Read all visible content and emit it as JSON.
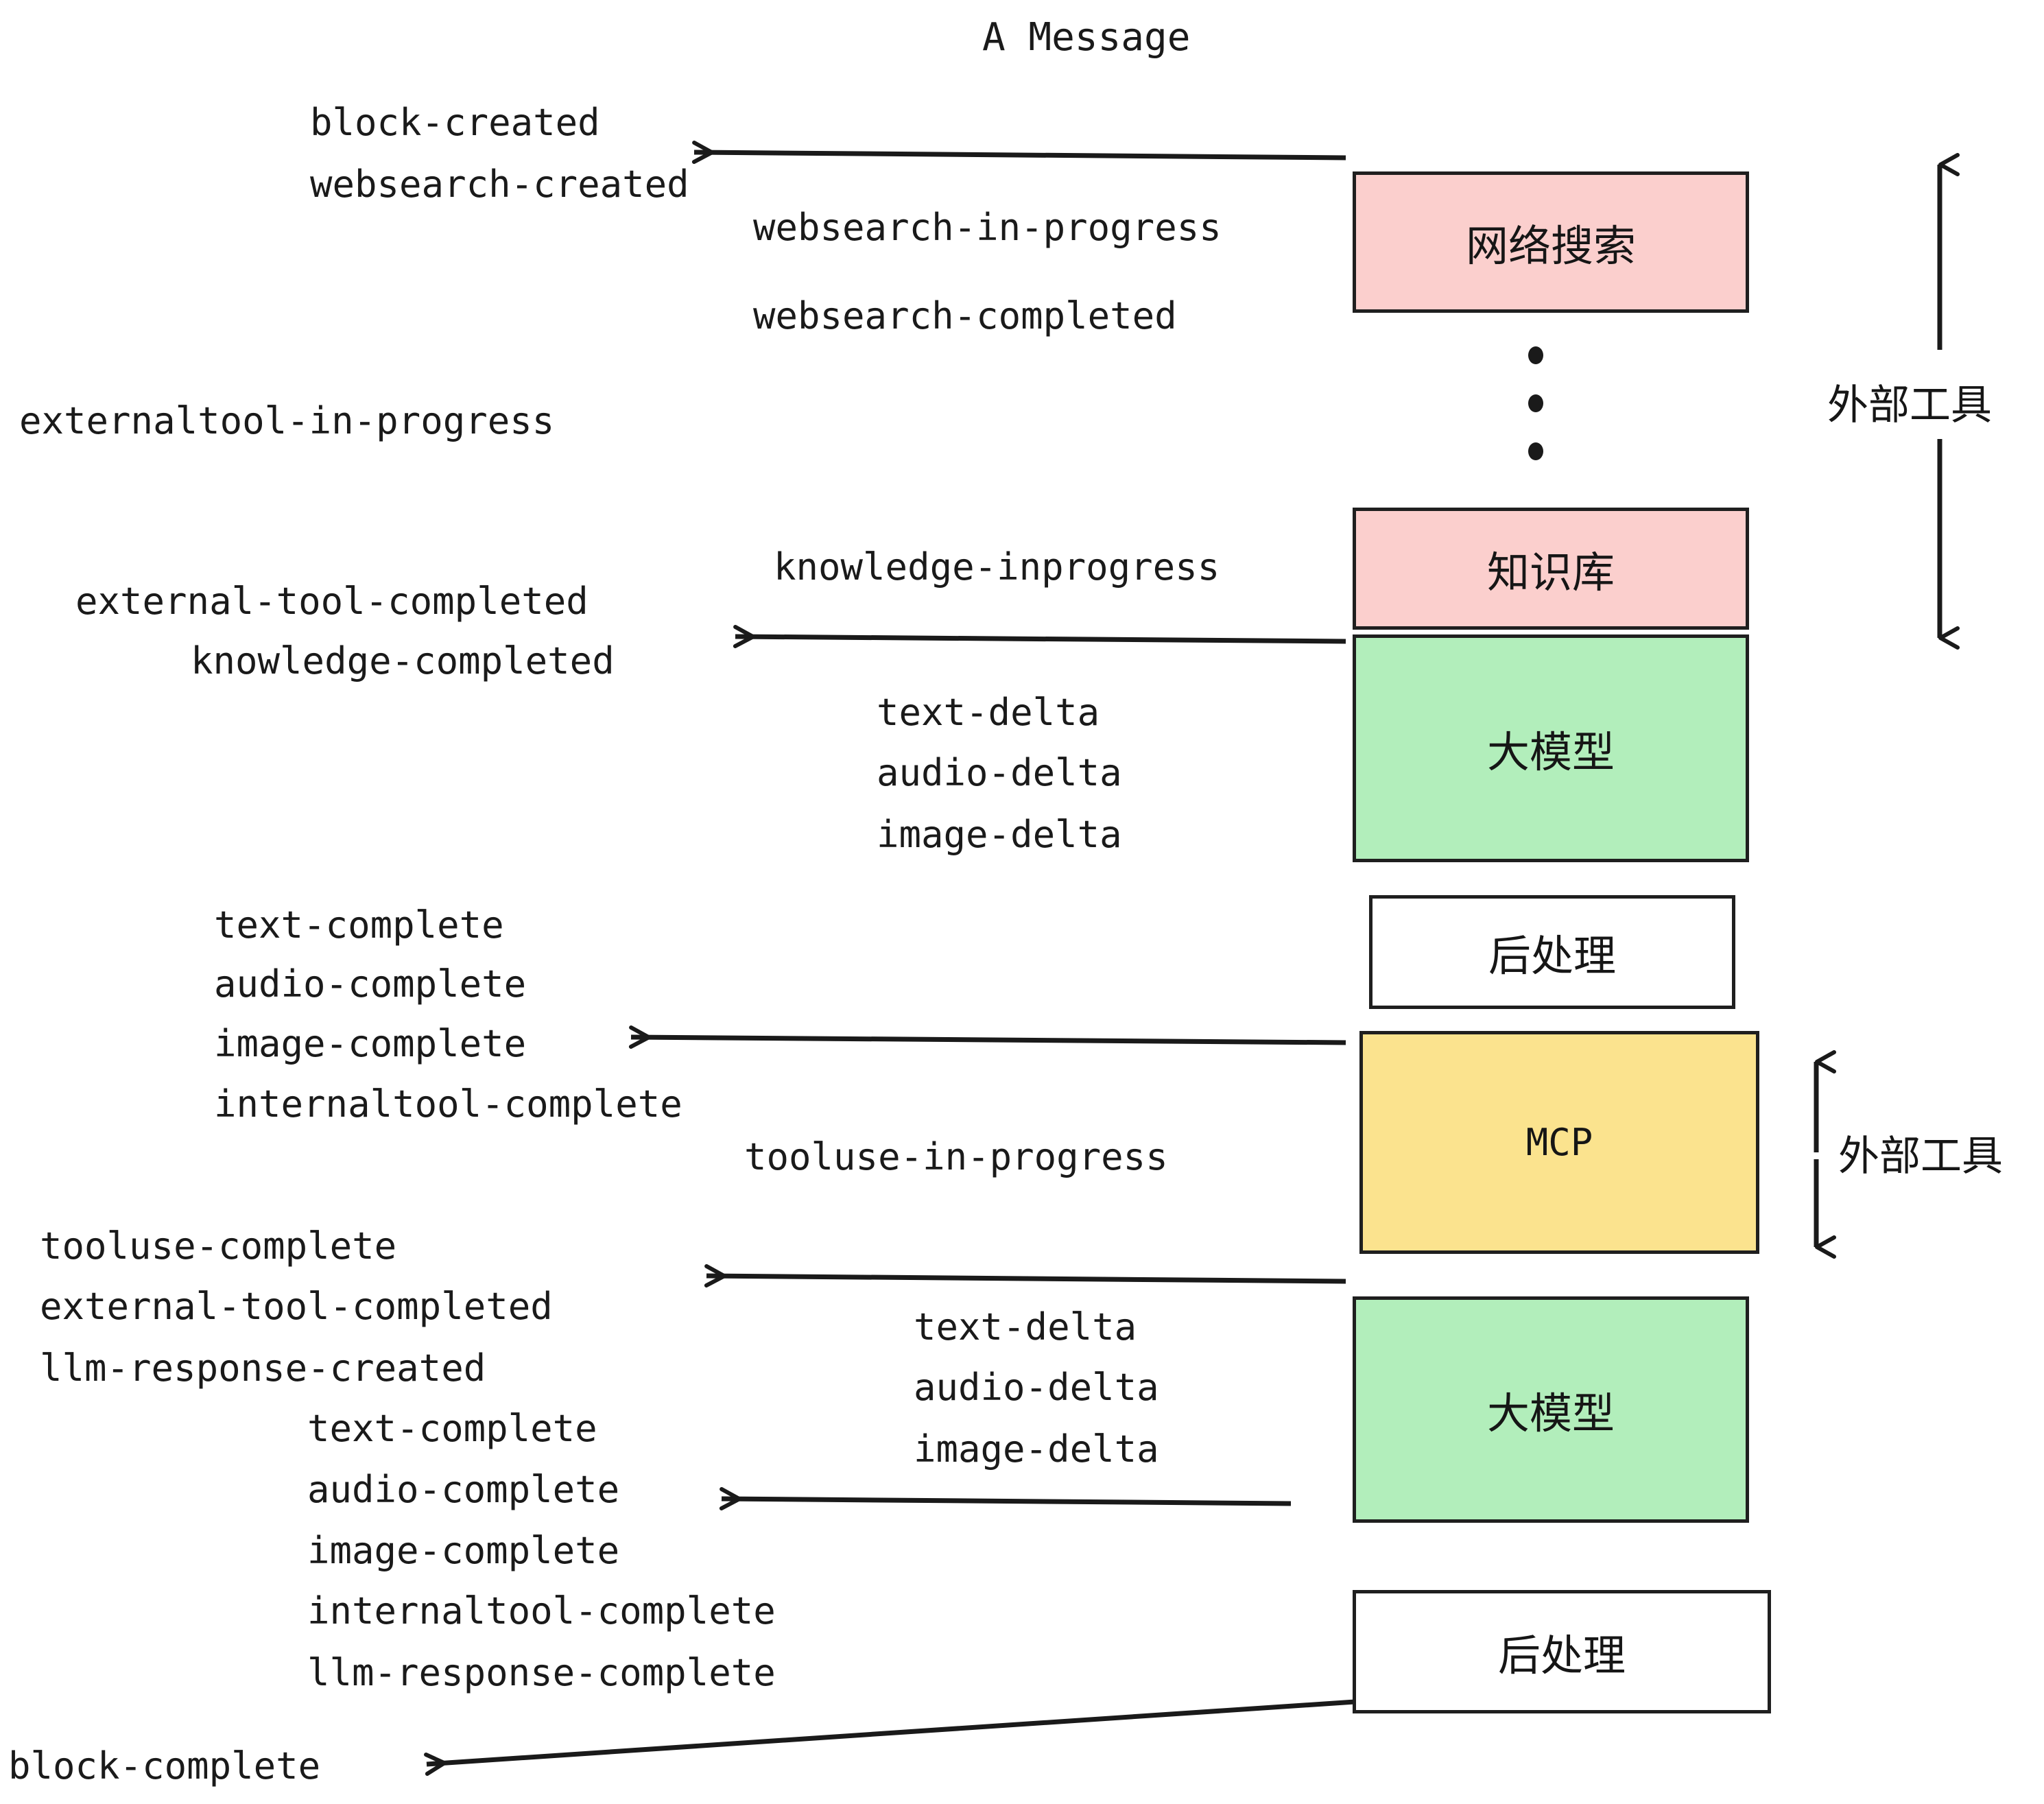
{
  "title": "A Message",
  "colors": {
    "pink": "#fbcfcd",
    "green": "#b2eebb",
    "yellow": "#fbe38e",
    "white": "#ffffff",
    "stroke": "#1f1f1f",
    "text": "#1a1a1a"
  },
  "nodes": [
    {
      "id": "websearch",
      "label": "网络搜索",
      "fill": "pink"
    },
    {
      "id": "knowledge",
      "label": "知识库",
      "fill": "pink"
    },
    {
      "id": "llm-top",
      "label": "大模型",
      "fill": "green"
    },
    {
      "id": "postprocess-top",
      "label": "后处理",
      "fill": "white"
    },
    {
      "id": "mcp",
      "label": "MCP",
      "fill": "yellow"
    },
    {
      "id": "llm-bottom",
      "label": "大模型",
      "fill": "green"
    },
    {
      "id": "postprocess-bottom",
      "label": "后处理",
      "fill": "white"
    }
  ],
  "side_labels": [
    {
      "id": "external-tool-top",
      "label": "外部工具"
    },
    {
      "id": "external-tool-bottom",
      "label": "外部工具"
    }
  ],
  "events": [
    {
      "id": "block-created",
      "text": "block-created"
    },
    {
      "id": "websearch-created",
      "text": "websearch-created"
    },
    {
      "id": "websearch-in-progress",
      "text": "websearch-in-progress"
    },
    {
      "id": "websearch-completed",
      "text": "websearch-completed"
    },
    {
      "id": "externaltool-in-progress",
      "text": "externaltool-in-progress"
    },
    {
      "id": "knowledge-inprogress",
      "text": "knowledge-inprogress"
    },
    {
      "id": "external-tool-completed-1",
      "text": "external-tool-completed"
    },
    {
      "id": "knowledge-completed",
      "text": "knowledge-completed"
    },
    {
      "id": "text-delta-1",
      "text": "text-delta"
    },
    {
      "id": "audio-delta-1",
      "text": "audio-delta"
    },
    {
      "id": "image-delta-1",
      "text": "image-delta"
    },
    {
      "id": "text-complete-1",
      "text": "text-complete"
    },
    {
      "id": "audio-complete-1",
      "text": "audio-complete"
    },
    {
      "id": "image-complete-1",
      "text": "image-complete"
    },
    {
      "id": "internaltool-complete-1",
      "text": "internaltool-complete"
    },
    {
      "id": "tooluse-in-progress",
      "text": "tooluse-in-progress"
    },
    {
      "id": "tooluse-complete",
      "text": "tooluse-complete"
    },
    {
      "id": "external-tool-completed-2",
      "text": "external-tool-completed"
    },
    {
      "id": "llm-response-created",
      "text": "llm-response-created"
    },
    {
      "id": "text-delta-2",
      "text": "text-delta"
    },
    {
      "id": "audio-delta-2",
      "text": "audio-delta"
    },
    {
      "id": "image-delta-2",
      "text": "image-delta"
    },
    {
      "id": "text-complete-2",
      "text": "text-complete"
    },
    {
      "id": "audio-complete-2",
      "text": "audio-complete"
    },
    {
      "id": "image-complete-2",
      "text": "image-complete"
    },
    {
      "id": "internaltool-complete-2",
      "text": "internaltool-complete"
    },
    {
      "id": "llm-response-complete",
      "text": "llm-response-complete"
    },
    {
      "id": "block-complete",
      "text": "block-complete"
    }
  ]
}
